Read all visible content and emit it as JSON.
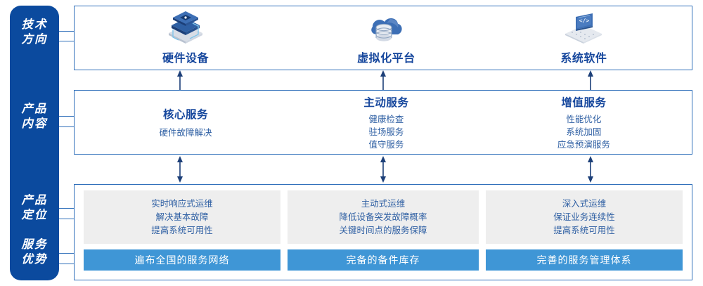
{
  "colors": {
    "rail_blue": "#0b4a9e",
    "border_blue": "#2f6fba",
    "title_blue": "#16479d",
    "text_blue": "#2e5fa3",
    "bar_blue": "#3f96d6",
    "card_grey": "#eeeeee",
    "white": "#ffffff"
  },
  "rail": {
    "labels": [
      {
        "id": "tech-direction",
        "lines": [
          "技术",
          "方向"
        ]
      },
      {
        "id": "product-content",
        "lines": [
          "产品",
          "内容"
        ]
      },
      {
        "id": "product-positioning",
        "lines": [
          "产品",
          "定位"
        ]
      },
      {
        "id": "service-advantage",
        "lines": [
          "服务",
          "优势"
        ]
      }
    ]
  },
  "tech_row": {
    "items": [
      {
        "title": "硬件设备",
        "icon": "server-stack-icon"
      },
      {
        "title": "虚拟化平台",
        "icon": "cloud-database-icon"
      },
      {
        "title": "系统软件",
        "icon": "laptop-code-icon"
      }
    ]
  },
  "product_row": {
    "items": [
      {
        "title": "核心服务",
        "lines": [
          "硬件故障解决"
        ]
      },
      {
        "title": "主动服务",
        "lines": [
          "健康检查",
          "驻场服务",
          "值守服务"
        ]
      },
      {
        "title": "增值服务",
        "lines": [
          "性能优化",
          "系统加固",
          "应急预演服务"
        ]
      }
    ]
  },
  "positioning_row": {
    "items": [
      {
        "lines": [
          "实时响应式运维",
          "解决基本故障",
          "提高系统可用性"
        ]
      },
      {
        "lines": [
          "主动式运维",
          "降低设备突发故障概率",
          "关键时间点的服务保障"
        ]
      },
      {
        "lines": [
          "深入式运维",
          "保证业务连续性",
          "提高系统可用性"
        ]
      }
    ]
  },
  "advantage_row": {
    "items": [
      {
        "label": "遍布全国的服务网络"
      },
      {
        "label": "完备的备件库存"
      },
      {
        "label": "完善的服务管理体系"
      }
    ]
  },
  "arrows": {
    "up_single": "arrow-up-icon",
    "up_down": "arrow-up-down-icon"
  }
}
